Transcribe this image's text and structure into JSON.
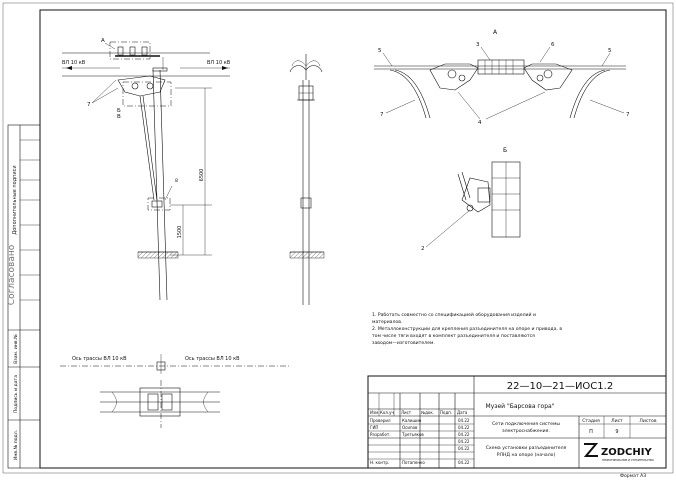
{
  "side_stamp": {
    "lbl_dop_podpisi": "Дополнительные подписи",
    "lbl_soglasovano": "Согласовано",
    "lbl_vzam_inv": "Взам. инв.№",
    "lbl_podp_data": "Подпись и дата",
    "lbl_inv_podl": "Инв.№ подл."
  },
  "elevation": {
    "line_left": "ВЛ 10 кВ",
    "line_right": "ВЛ 10 кВ",
    "callout_a": "А",
    "callout_b": "Б",
    "callout_v": "В",
    "callout_7": "7",
    "callout_8": "8",
    "dim_6500": "6500",
    "dim_1500": "1500"
  },
  "plan": {
    "axis_left": "Ось трассы ВЛ 10 кВ",
    "axis_right": "Ось трассы ВЛ 10 кВ"
  },
  "detail_a": {
    "title": "А",
    "c1": "5",
    "c2": "3",
    "c3": "6",
    "c4": "5",
    "c5": "7",
    "c6": "4",
    "c7": "7"
  },
  "detail_b": {
    "title": "Б",
    "c1": "2"
  },
  "notes": {
    "n1": "1.   Работать совместно со спецификацией оборудования изделий и",
    "n1b": "      материалов.",
    "n2": "2.   Металлоконструкции для крепления разъединителя на опоре и привода, в",
    "n2b": "      том числе тяги входят в комплект разъединителя и поставляются",
    "n2c": "      заводом—изготовителем."
  },
  "title_block": {
    "code": "22—10—21—ИОС1.2",
    "project": "Музей \"Барсова гора\"",
    "section": "Сети подключения системы",
    "section2": "электроснабжения.",
    "sheet_title": "Схема установки разъединителя",
    "sheet_title2": "РЛНД на опоре (начало)",
    "col_izm": "Изм.",
    "col_kol": "Кол.уч",
    "col_list": "Лист",
    "col_ndok": "№док.",
    "col_podp": "Подп.",
    "col_data": "Дата",
    "role1": "Проверил",
    "name1": "Калишин",
    "date1": "04.22",
    "role2": "ГИП",
    "name2": "Осипов",
    "date2": "04.22",
    "role3": "Разработ.",
    "name3": "Третьяков",
    "date3": "04.22",
    "date4": "04.22",
    "date5": "04.22",
    "role4": "Н. контр.",
    "name4": "Потапенко",
    "date6": "04.22",
    "hdr_stadiya": "Стадия",
    "hdr_list": "Лист",
    "hdr_listov": "Листов",
    "val_stadiya": "П",
    "val_list": "9",
    "val_listov": "",
    "logo": "ZODCHIY",
    "logo_sub": "ПРОЕКТИРОВАНИЕ И СТРОИТЕЛЬСТВО",
    "format": "Формат  А3"
  }
}
